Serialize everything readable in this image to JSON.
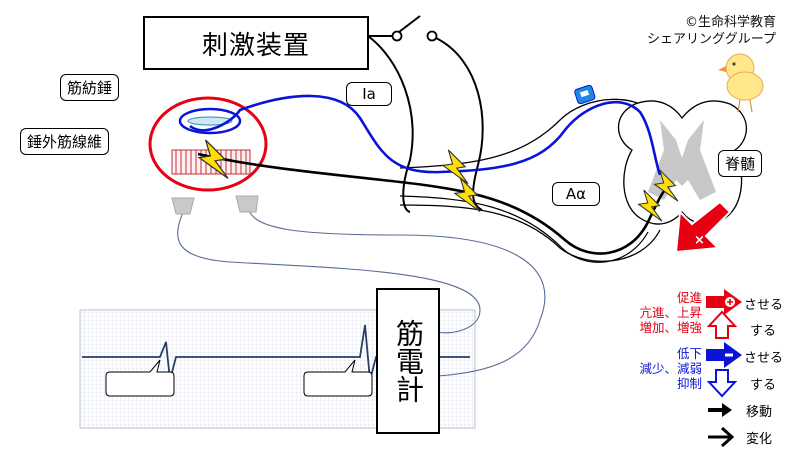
{
  "credit": {
    "line1": "©生命科学教育",
    "line2": "シェアリンググループ"
  },
  "labels": {
    "stimulator": "刺激装置",
    "muscle_spindle": "筋紡錘",
    "extrafusal_fiber": "錘外筋線維",
    "ia_fiber": "Ia",
    "alpha_fiber": "Aα",
    "spinal_cord": "脊髄",
    "emg": "筋電計"
  },
  "legend": {
    "promote_text": [
      "促進",
      "亢進、上昇",
      "増加、増強"
    ],
    "inhibit_text": [
      "低下",
      "減少、減弱",
      "抑制"
    ],
    "cause_label": "させる",
    "do_label": "する",
    "move_label": "移動",
    "change_label": "変化"
  },
  "colors": {
    "promote": "#e60012",
    "inhibit": "#0000dd",
    "nerve_blue": "#0a14d8",
    "flash": "#ffe000",
    "cord_gray": "#c8c8c8",
    "grid": "#cfd6de",
    "trace": "#2a3f66"
  }
}
